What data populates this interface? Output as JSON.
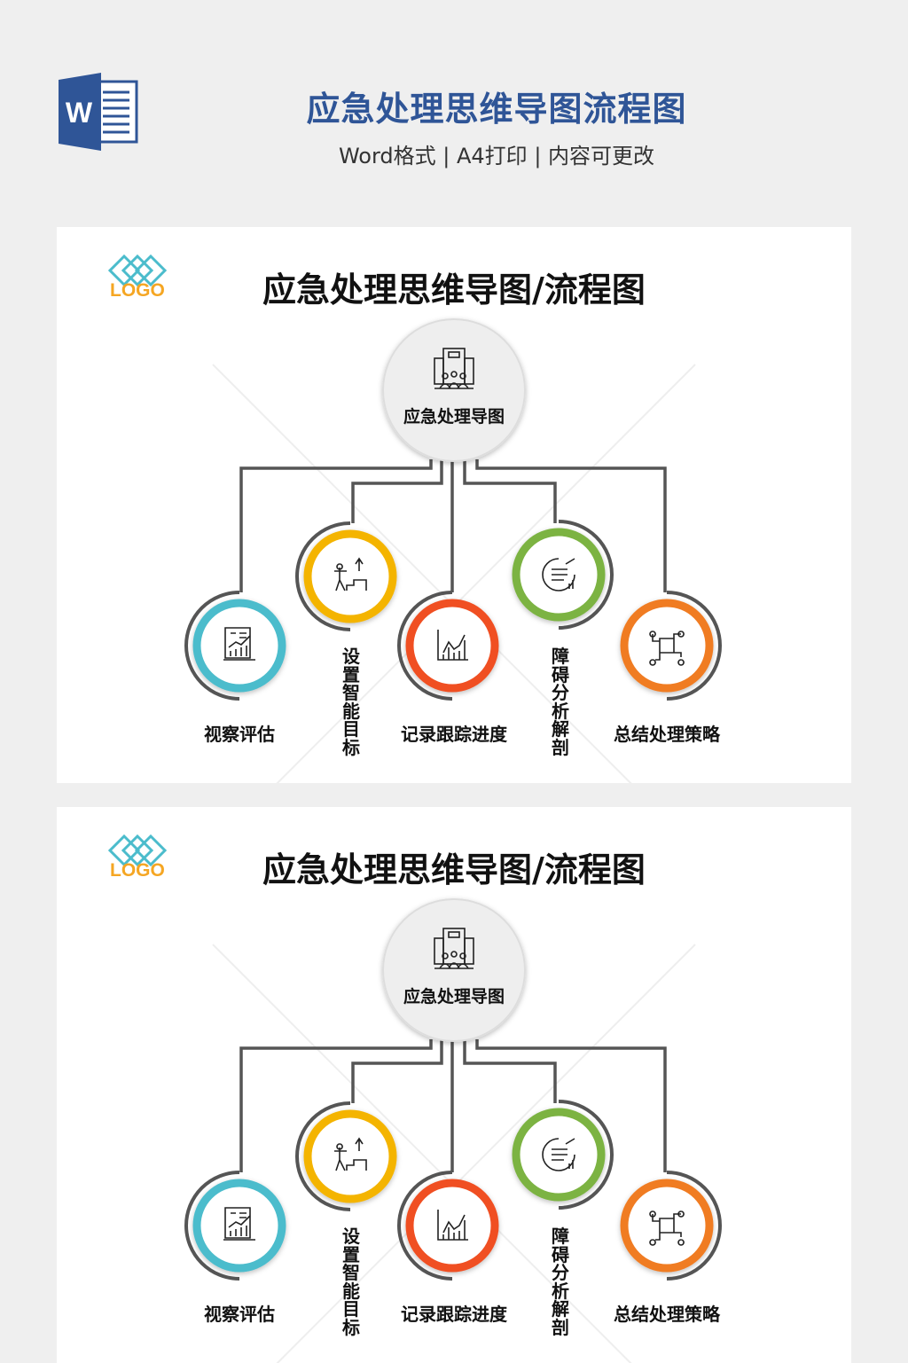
{
  "header": {
    "title": "应急处理思维导图流程图",
    "subtitle": "Word格式 | A4打印 | 内容可更改",
    "word_letter": "W"
  },
  "panel": {
    "logo_text": "LOGO",
    "title": "应急处理思维导图/流程图",
    "center_label": "应急处理导图",
    "center_icon": "building-team-icon",
    "nodes": [
      {
        "label": "视察评估",
        "color": "#4bbccc",
        "icon": "financial-report-icon"
      },
      {
        "label": "设置智能目标",
        "color": "#f4b400",
        "icon": "goal-step-icon"
      },
      {
        "label": "记录跟踪进度",
        "color": "#f05023",
        "icon": "line-chart-icon"
      },
      {
        "label": "障碍分析解剖",
        "color": "#7cb342",
        "icon": "gear-analytics-icon"
      },
      {
        "label": "总结处理策略",
        "color": "#f07c23",
        "icon": "puzzle-circuit-icon"
      }
    ]
  },
  "colors": {
    "header_blue": "#2f5597",
    "logo_teal": "#4bbccc",
    "logo_orange": "#f5a623",
    "line_gray": "#555555"
  }
}
